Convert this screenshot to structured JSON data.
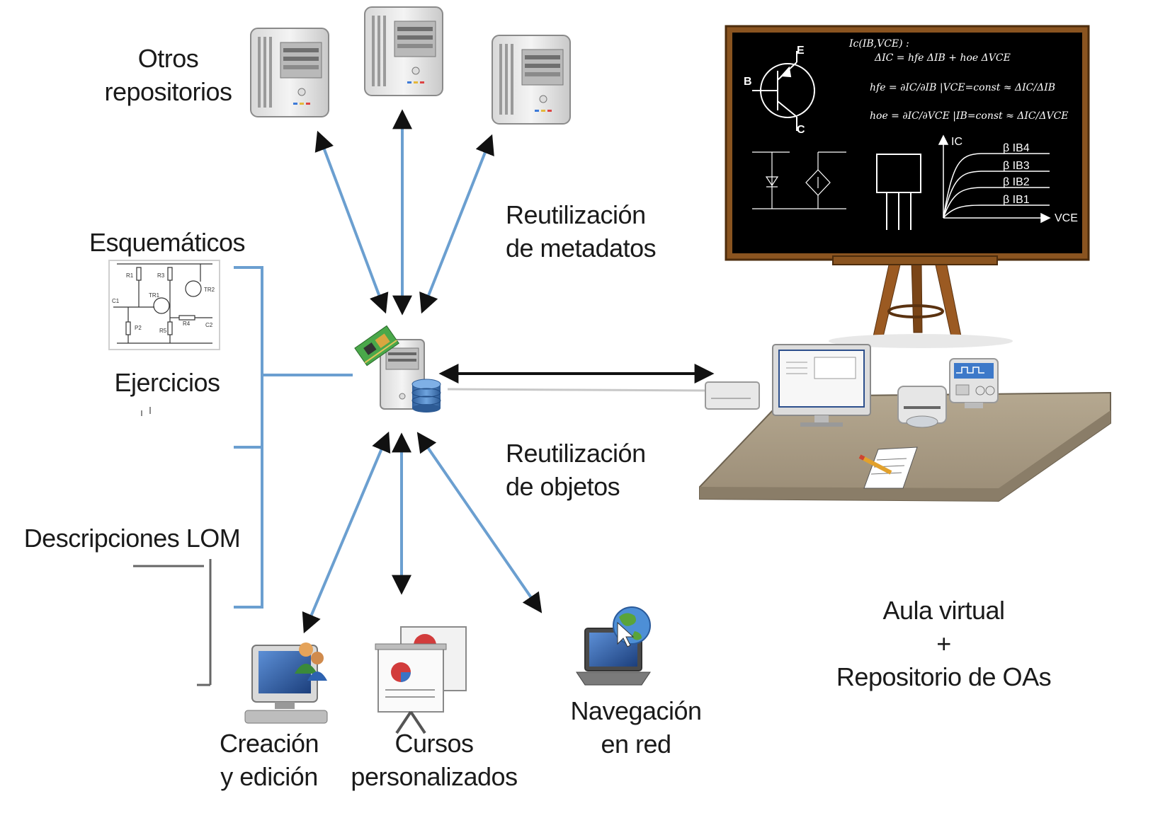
{
  "labels": {
    "otros_repositorios": [
      "Otros",
      "repositorios"
    ],
    "reutilizacion_metadatos": [
      "Reutilización",
      "de metadatos"
    ],
    "reutilizacion_objetos": [
      "Reutilización",
      "de objetos"
    ],
    "esquematicos": "Esquemáticos",
    "ejercicios": "Ejercicios",
    "descripciones_lom": "Descripciones LOM",
    "creacion": [
      "Creación",
      "y edición"
    ],
    "cursos": [
      "Cursos",
      "personalizados"
    ],
    "navegacion": [
      "Navegación",
      "en red"
    ],
    "aula": [
      "Aula virtual",
      "+",
      "Repositorio de OAs"
    ]
  },
  "schematic_labels": [
    "R1",
    "R3",
    "TR1",
    "TR2",
    "C1",
    "P2",
    "R5",
    "R4",
    "C2"
  ],
  "blackboard": {
    "transistor_pins": [
      "E",
      "B",
      "C"
    ],
    "formulas": [
      "Ic(IB,VCE) :",
      "ΔIC  =  hfe ΔIB + hoe ΔVCE",
      "hfe  =  ∂IC/∂IB |VCE=const ≈ ΔIC/ΔIB",
      "hoe  =  ∂IC/∂VCE |IB=const ≈ ΔIC/ΔVCE"
    ],
    "curve_labels": [
      "β IB4",
      "β IB3",
      "β IB2",
      "β IB1"
    ],
    "axis_y": "IC",
    "axis_x": "VCE"
  },
  "colors": {
    "arrow_blue": "#6b9fd0",
    "bracket_blue": "#6b9fd0",
    "blackboard_frame": "#7a4a1e",
    "table_top": "#a89a84"
  }
}
